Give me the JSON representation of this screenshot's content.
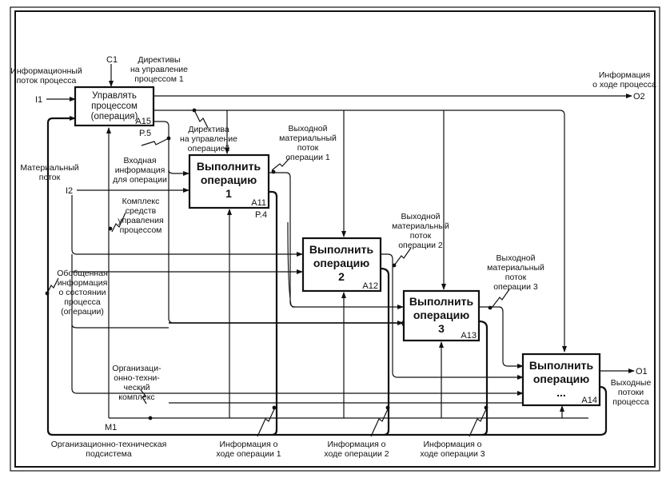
{
  "diagram": {
    "type": "IDEF0",
    "colors": {
      "line": "#111111",
      "background": "#ffffff"
    },
    "boxes": [
      {
        "id": "A15",
        "title_lines": [
          "Управлять",
          "процессом",
          "(операция)"
        ],
        "code": "A15",
        "ref": "P.5",
        "bold": false
      },
      {
        "id": "A11",
        "title_lines": [
          "Выполнить",
          "операцию",
          "1"
        ],
        "code": "A11",
        "ref": "P.4",
        "bold": true
      },
      {
        "id": "A12",
        "title_lines": [
          "Выполнить",
          "операцию",
          "2"
        ],
        "code": "A12",
        "ref": "",
        "bold": true
      },
      {
        "id": "A13",
        "title_lines": [
          "Выполнить",
          "операцию",
          "3"
        ],
        "code": "A13",
        "ref": "",
        "bold": true
      },
      {
        "id": "A14",
        "title_lines": [
          "Выполнить",
          "операцию",
          "..."
        ],
        "code": "A14",
        "ref": "",
        "bold": true
      }
    ],
    "tunnels": {
      "C1": "C1",
      "I1": "I1",
      "I2": "I2",
      "M1": "M1",
      "O1": "O1",
      "O2": "O2"
    },
    "labels": {
      "info_flow": [
        "Информационный",
        "поток процесса"
      ],
      "directives": [
        "Директивы",
        "на управление",
        "процессом 1"
      ],
      "info_about_process": [
        "Информация",
        "о ходе процесса"
      ],
      "directive_op": [
        "Директива",
        "на управление",
        "операцией"
      ],
      "material_flow": [
        "Материальный",
        "поток"
      ],
      "input_info": [
        "Входная",
        "информация",
        "для операции"
      ],
      "control_means": [
        "Комплекс",
        "средств",
        "управления",
        "процессом"
      ],
      "output_material_1": [
        "Выходной",
        "материальный",
        "поток",
        "операции 1"
      ],
      "output_material_2": [
        "Выходной",
        "материальный",
        "поток",
        "операции 2"
      ],
      "output_material_3": [
        "Выходной",
        "материальный",
        "поток",
        "операции 3"
      ],
      "generalized_info": [
        "Обобщенная",
        "информация",
        "о состоянии",
        "процесса",
        "(операции)"
      ],
      "org_tech_complex": [
        "Организаци-",
        "онно-техни-",
        "ческий",
        "комплекс"
      ],
      "org_tech_subsystem": [
        "Организационно-техническая",
        "подсистема"
      ],
      "info_op_1": [
        "Информация о",
        "ходе операции 1"
      ],
      "info_op_2": [
        "Информация о",
        "ходе операции 2"
      ],
      "info_op_3": [
        "Информация о",
        "ходе операции 3"
      ],
      "output_flows": [
        "Выходные",
        "потоки",
        "процесса"
      ]
    }
  }
}
